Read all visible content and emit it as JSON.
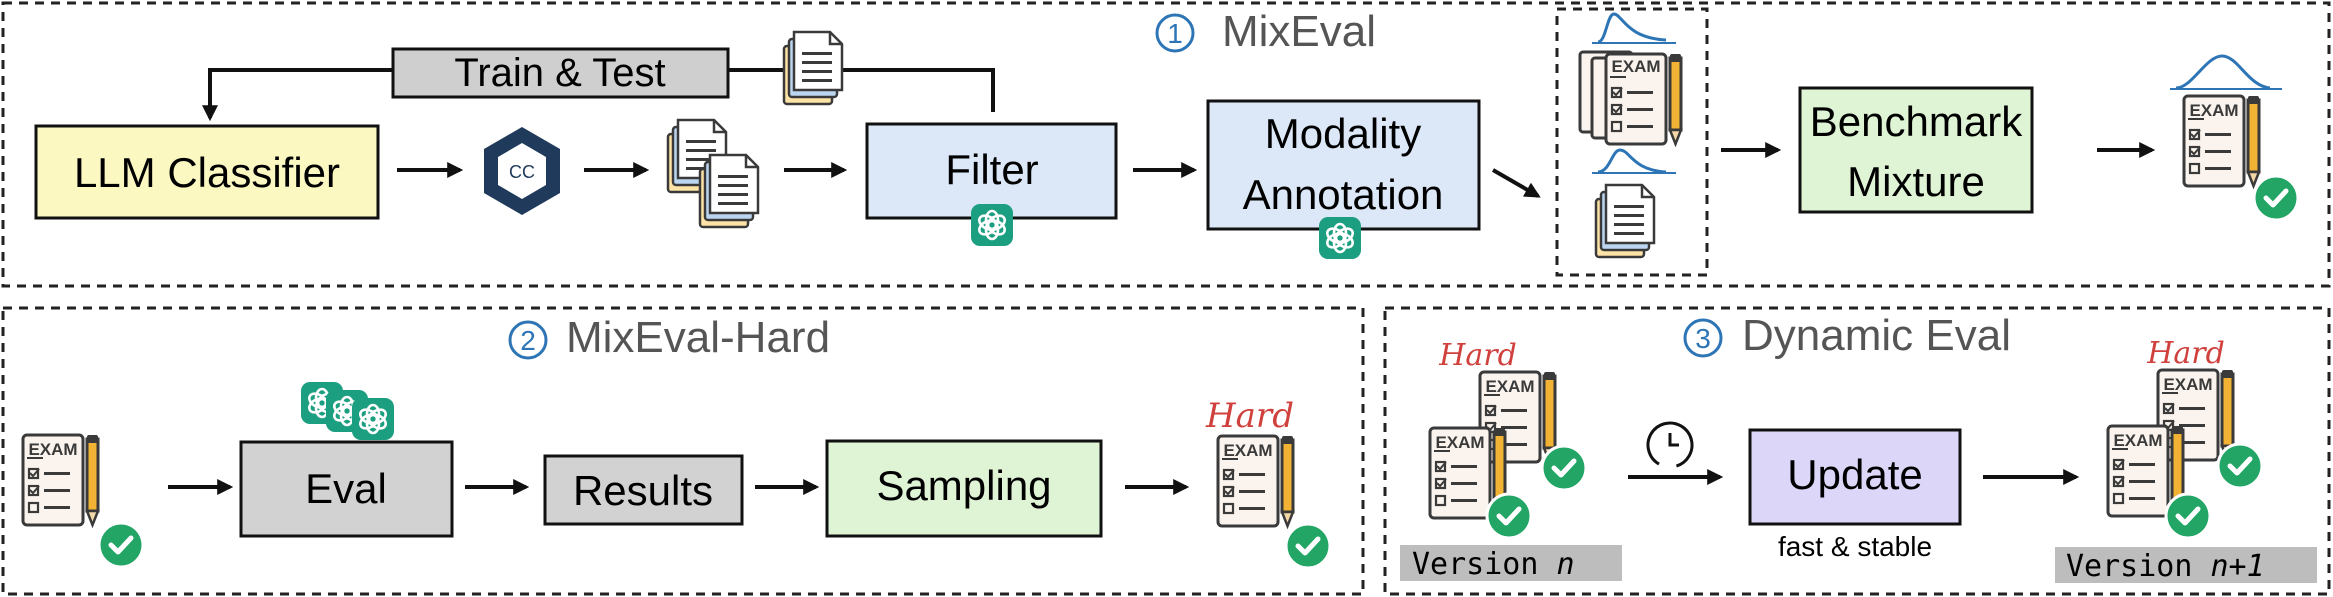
{
  "sections": {
    "mixeval": {
      "number": "1",
      "title": "MixEval"
    },
    "hard": {
      "number": "2",
      "title": "MixEval-Hard"
    },
    "dynamic": {
      "number": "3",
      "title": "Dynamic Eval"
    }
  },
  "mixeval": {
    "train_test": "Train & Test",
    "llm_classifier": "LLM Classifier",
    "cc_logo": "CC",
    "filter": "Filter",
    "modality_line1": "Modality",
    "modality_line2": "Annotation",
    "benchmark_line1": "Benchmark",
    "benchmark_line2": "Mixture"
  },
  "mixeval_hard": {
    "eval": "Eval",
    "results": "Results",
    "sampling": "Sampling"
  },
  "dynamic_eval": {
    "update": "Update",
    "caption": "fast & stable",
    "version_prefix": "Version ",
    "version_n": "n",
    "version_n1": "n+1"
  },
  "exam_label": "EXAM",
  "hard_label": "Hard",
  "icons": [
    "exam-icon",
    "document-stack-icon",
    "openai-logo-icon",
    "common-crawl-logo-icon",
    "clock-icon",
    "check-badge-icon",
    "distribution-curve-icon"
  ],
  "colors": {
    "llm_classifier": "#fbf8c2",
    "filter": "#dce8f7",
    "benchmark": "#dff3d5",
    "grey_box": "#d2d2d2",
    "update": "#dcd7f8",
    "section_number": "#2e75b6",
    "check": "#22a565",
    "openai": "#1c9e80",
    "cc_hex": "#1f3a5a",
    "hard_text": "#d0403c"
  }
}
